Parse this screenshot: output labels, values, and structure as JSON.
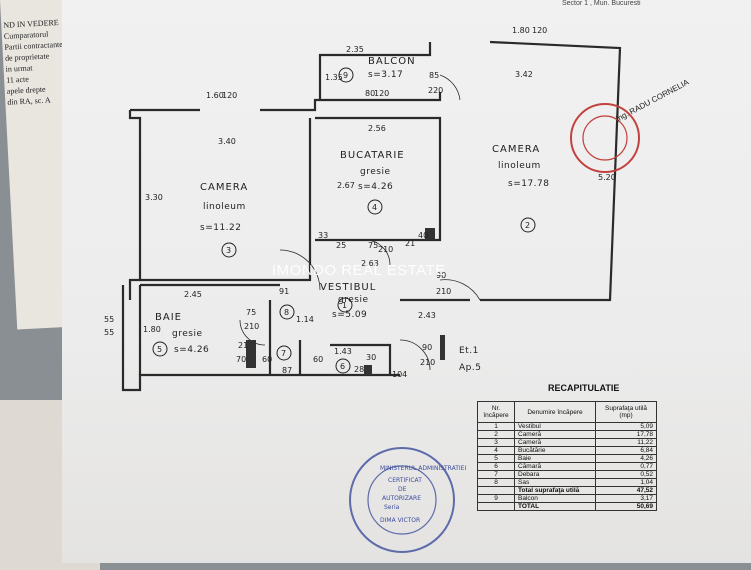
{
  "header": {
    "note": "Sector 1 , Mun. Bucuresti"
  },
  "back_sheet": {
    "lines": [
      "ND IN VEDERE",
      "Cumparatorul",
      "Partii contractante",
      "de proprietate",
      "in urmat",
      "11 acte",
      "apele drepte",
      "din RA, sc. A"
    ]
  },
  "rooms": [
    {
      "id": "1",
      "name": "VESTIBUL",
      "finish": "gresie",
      "area": "s=5.09"
    },
    {
      "id": "2",
      "name": "CAMERA",
      "finish": "linoleum",
      "area": "s=17.78"
    },
    {
      "id": "3",
      "name": "CAMERA",
      "finish": "linoleum",
      "area": "s=11.22"
    },
    {
      "id": "4",
      "name": "BUCATARIE",
      "finish": "gresie",
      "area": "s=4.26"
    },
    {
      "id": "5",
      "name": "BAIE",
      "finish": "gresie",
      "area": "s=4.26"
    },
    {
      "id": "9",
      "name": "BALCON",
      "area": "s=3.17"
    }
  ],
  "room_numbers": {
    "r6": "6",
    "r7": "7",
    "r8": "8"
  },
  "dimensions": {
    "balcon_w": "2.35",
    "balcon_h": "1.35",
    "balcon_door": "80",
    "balcon_door2": "120",
    "cam2_top": "3.42",
    "cam2_win": "1.80",
    "cam2_win2": "120",
    "cam2_h": "5.20",
    "balcon_door3": "85",
    "balcon_door4": "220",
    "cam3_win": "1.60",
    "cam3_win2": "120",
    "cam3_w": "3.40",
    "cam3_h": "3.30",
    "buc_w": "2.56",
    "buc_h": "2.67",
    "d33": "33",
    "d25": "25",
    "d75": "75",
    "d210": "210",
    "d21": "21",
    "d40": "40",
    "d263": "2.63",
    "d90a": "90",
    "d210b": "210",
    "d243": "2.43",
    "d91": "91",
    "d114": "1.14",
    "baie_w": "2.45",
    "baie_h": "1.80",
    "d75b": "75",
    "d210c": "210",
    "d55a": "55",
    "d55b": "55",
    "d70": "70",
    "d21b": "21",
    "d60": "60",
    "d87": "87",
    "d60b": "60",
    "d143": "1.43",
    "d28": "28",
    "d30": "30",
    "d104": "104",
    "d90c": "90",
    "d210d": "210",
    "et": "Et.1",
    "ap": "Ap.5"
  },
  "watermark": "IMONDO REAL ESTATE",
  "signature": "ing. RADU CORNELIA",
  "stamp": {
    "lines": [
      "MINISTERUL ADMINISTRATIEI",
      "CERTIFICAT",
      "DE",
      "AUTORIZARE",
      "Seria",
      "DIMA VICTOR"
    ]
  },
  "recap": {
    "title": "RECAPITULATIE",
    "headers": [
      "Nr. încăpere",
      "Denumire încăpere",
      "Suprafaţa utilă (mp)"
    ],
    "rows": [
      [
        "1",
        "Vestibul",
        "5,09"
      ],
      [
        "2",
        "Cameră",
        "17,78"
      ],
      [
        "3",
        "Cameră",
        "11,22"
      ],
      [
        "4",
        "Bucătărie",
        "6,84"
      ],
      [
        "5",
        "Baie",
        "4,26"
      ],
      [
        "6",
        "Cămară",
        "0,77"
      ],
      [
        "7",
        "Debara",
        "0,52"
      ],
      [
        "8",
        "Sas",
        "1,04"
      ]
    ],
    "total_util_label": "Total suprafaţa utilă",
    "total_util": "47,52",
    "balcon_row": [
      "9",
      "Balcon",
      "3,17"
    ],
    "total_label": "TOTAL",
    "total": "50,69"
  }
}
